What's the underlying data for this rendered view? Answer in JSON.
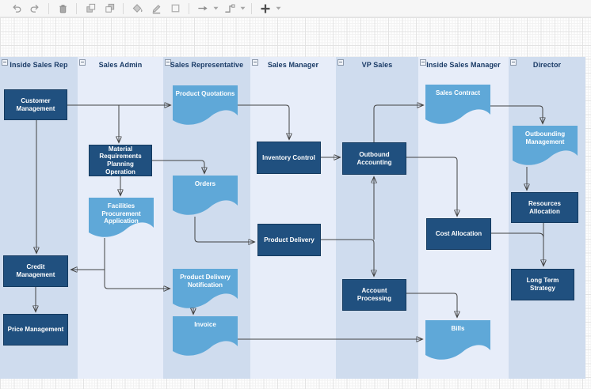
{
  "toolbar": {
    "buttons": [
      {
        "icon": "undo"
      },
      {
        "icon": "redo"
      },
      {
        "icon": "delete"
      },
      {
        "icon": "to-front"
      },
      {
        "icon": "to-back"
      },
      {
        "icon": "fill-color"
      },
      {
        "icon": "line-color"
      },
      {
        "icon": "shadow"
      },
      {
        "icon": "connection-arrow",
        "has_dropdown": true
      },
      {
        "icon": "waypoints",
        "has_dropdown": true
      },
      {
        "icon": "insert",
        "has_dropdown": true
      }
    ]
  },
  "colors": {
    "process_fill": "#20507f",
    "document_fill": "#5fa8d8",
    "lane_dark": "#cfdcee",
    "lane_light": "#e7edf9",
    "lane_title_text": "#1a3b66",
    "connector": "#424242"
  },
  "swimlanes": {
    "lanes": [
      {
        "label": "Inside Sales Rep",
        "nodes": [
          {
            "label": "Customer Management",
            "type": "process"
          },
          {
            "label": "Credit Management",
            "type": "process"
          },
          {
            "label": "Price Management",
            "type": "process"
          }
        ]
      },
      {
        "label": "Sales Admin",
        "nodes": [
          {
            "label": "Material Requirements Planning Operation",
            "type": "process"
          },
          {
            "label": "Facilities Procurement Application",
            "type": "document"
          }
        ]
      },
      {
        "label": "Sales Representative",
        "nodes": [
          {
            "label": "Product Quotations",
            "type": "document"
          },
          {
            "label": "Orders",
            "type": "document"
          },
          {
            "label": "Product Delivery Notification",
            "type": "document"
          },
          {
            "label": "Invoice",
            "type": "document"
          }
        ]
      },
      {
        "label": "Sales Manager",
        "nodes": [
          {
            "label": "Inventory Control",
            "type": "process"
          },
          {
            "label": "Product Delivery",
            "type": "process"
          }
        ]
      },
      {
        "label": "VP Sales",
        "nodes": [
          {
            "label": "Outbound Accounting",
            "type": "process"
          },
          {
            "label": "Account Processing",
            "type": "process"
          }
        ]
      },
      {
        "label": "Inside Sales Manager",
        "nodes": [
          {
            "label": "Sales Contract",
            "type": "document"
          },
          {
            "label": "Cost Allocation",
            "type": "process"
          },
          {
            "label": "Bills",
            "type": "document"
          }
        ]
      },
      {
        "label": "Director",
        "nodes": [
          {
            "label": "Outbounding Management",
            "type": "document"
          },
          {
            "label": "Resources Allocation",
            "type": "process"
          },
          {
            "label": "Long Term Strategy",
            "type": "process"
          }
        ]
      }
    ]
  }
}
